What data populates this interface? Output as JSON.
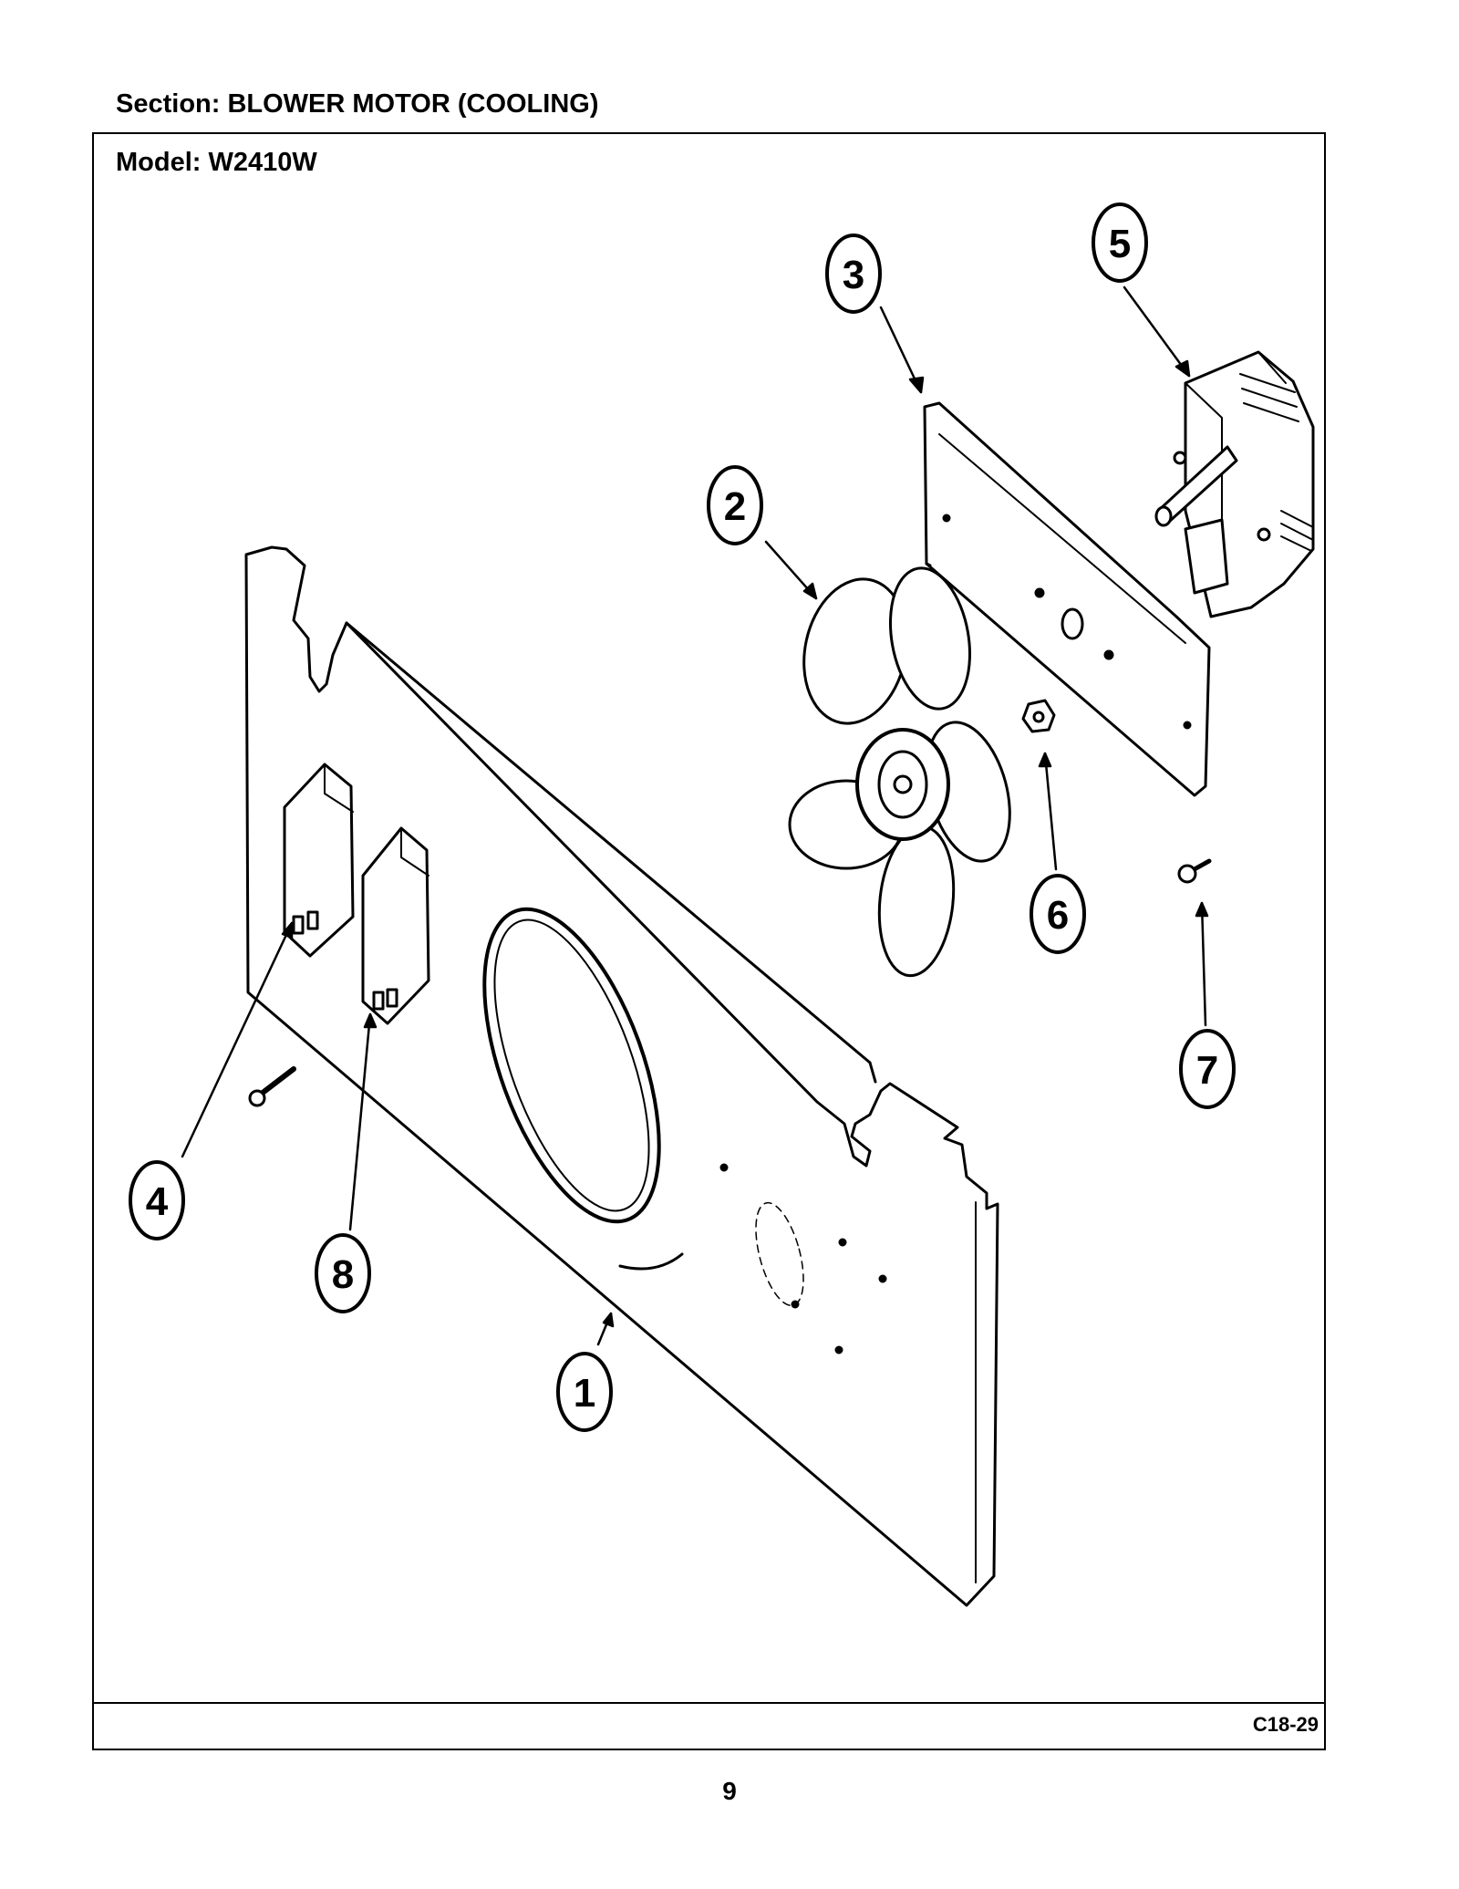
{
  "header": {
    "section_label": "Section:  BLOWER MOTOR (COOLING)",
    "model_label": "Model:  W2410W"
  },
  "footer": {
    "diagram_code": "C18-29",
    "page_number": "9"
  },
  "callouts": [
    "1",
    "2",
    "3",
    "4",
    "5",
    "6",
    "7",
    "8"
  ]
}
